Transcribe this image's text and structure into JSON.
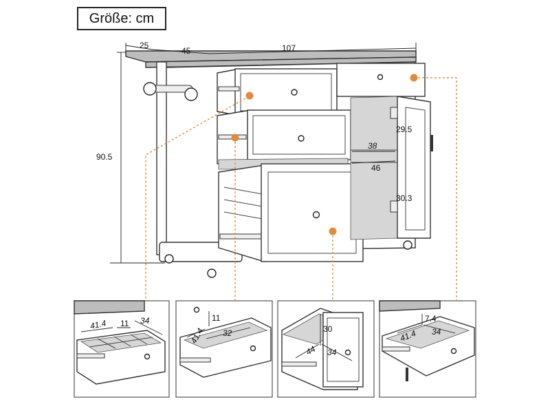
{
  "title": "Größe: cm",
  "main_dimensions": {
    "side_depth": "25",
    "depth": "45",
    "width": "107",
    "height": "90.5",
    "cabinet_height_upper": "29.5",
    "cabinet_depth_upper": "38",
    "cabinet_depth_lower": "46",
    "cabinet_height_lower": "30.3"
  },
  "details": [
    {
      "name": "drawer-dividers",
      "d1": "41.4",
      "d2": "11",
      "d3": "34"
    },
    {
      "name": "drawer-open",
      "d1": "11",
      "d2": "41.4",
      "d3": "32"
    },
    {
      "name": "large-drawer",
      "d1": "30",
      "d2": "44",
      "d3": "34"
    },
    {
      "name": "top-drawer",
      "d1": "7.4",
      "d2": "41.4",
      "d3": "34"
    }
  ],
  "colors": {
    "leader": "#e58a3c",
    "line": "#333333",
    "countertop": "#bdbdbd"
  }
}
